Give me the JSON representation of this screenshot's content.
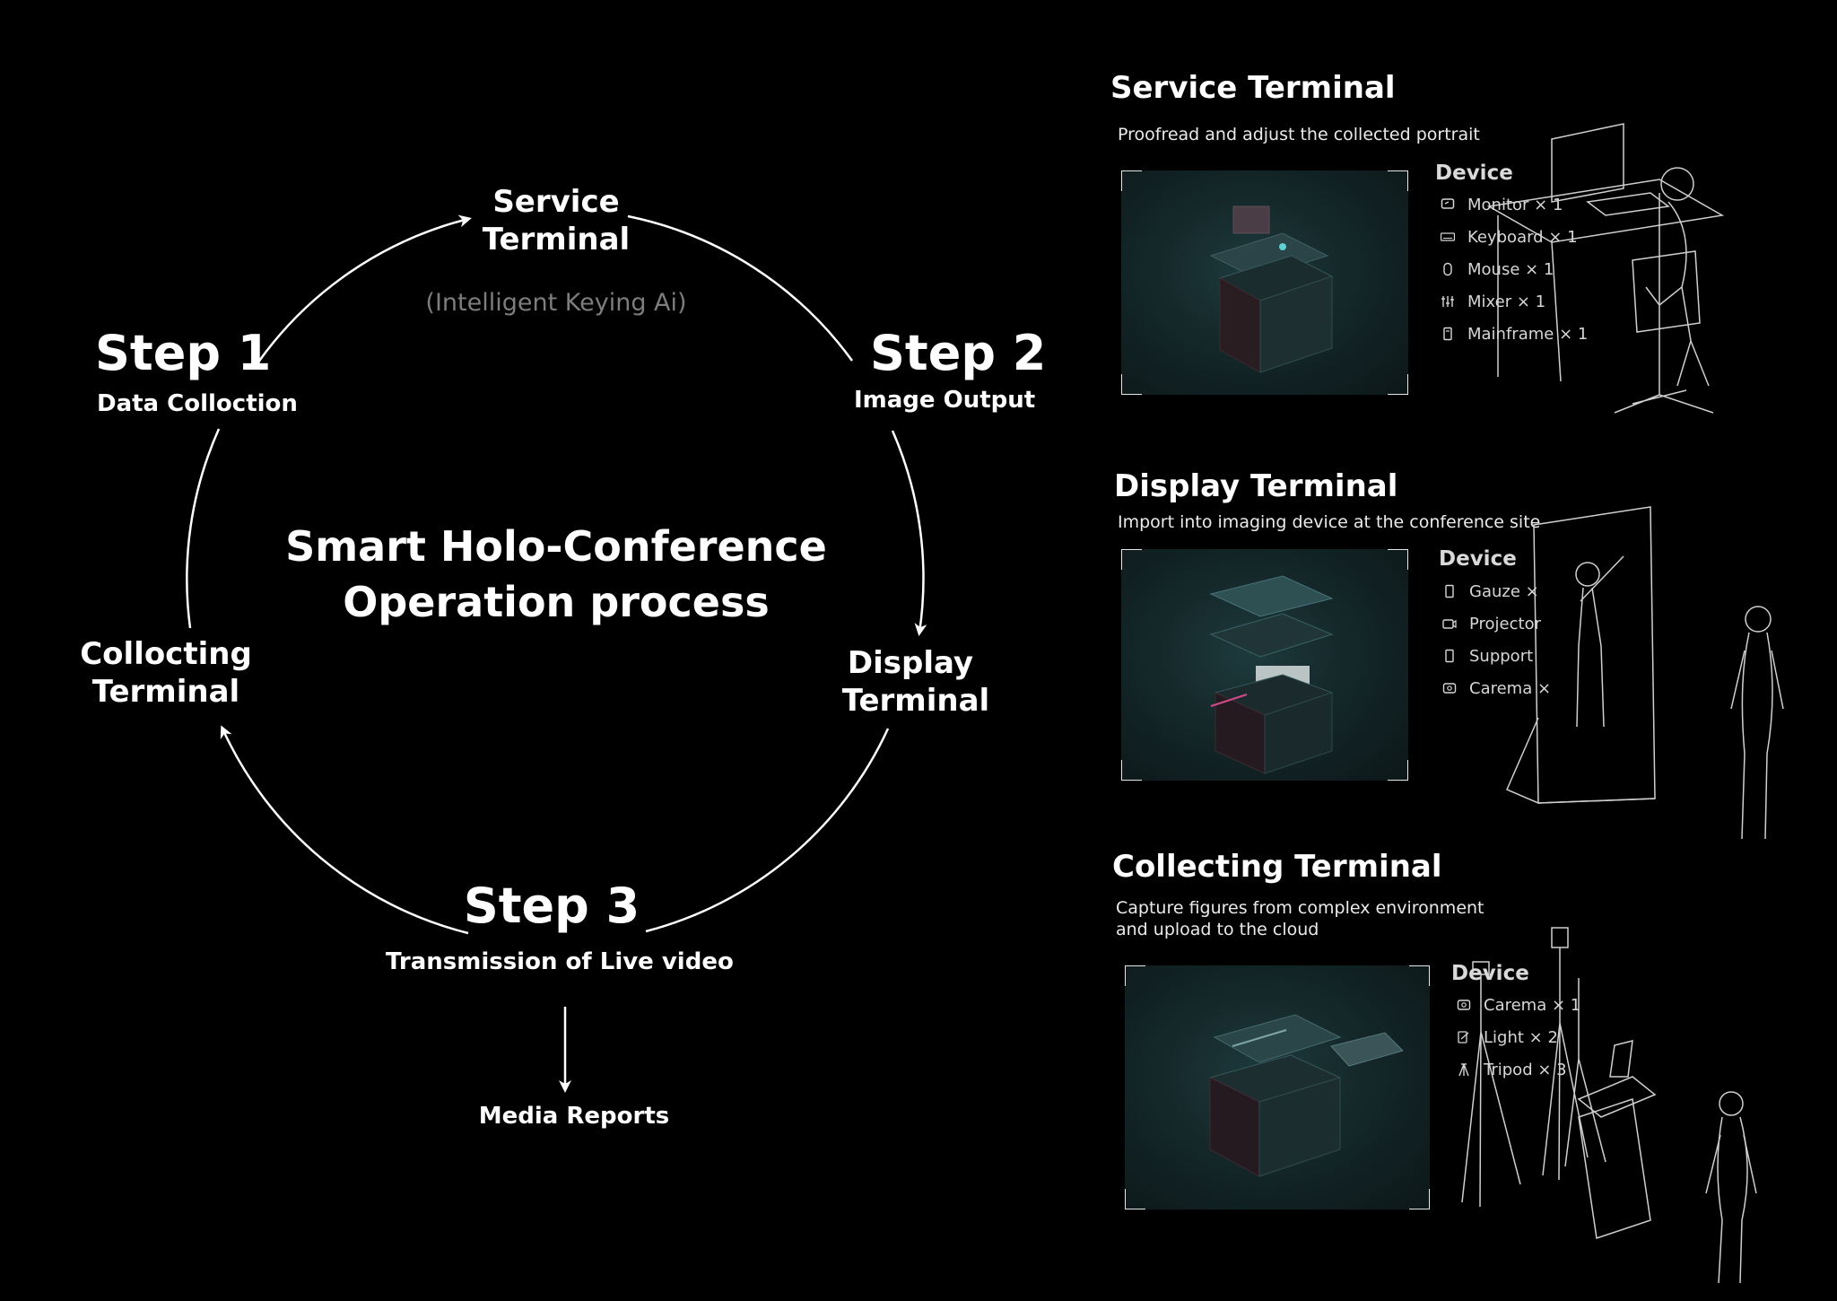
{
  "cycle": {
    "center_title_line1": "Smart Holo-Conference",
    "center_title_line2": "Operation process",
    "service_terminal": {
      "line1": "Service",
      "line2": "Terminal",
      "note": "(Intelligent Keying Ai)"
    },
    "step1": {
      "title": "Step 1",
      "subtitle": "Data Colloction"
    },
    "step2": {
      "title": "Step 2",
      "subtitle": "Image Output"
    },
    "step3": {
      "title": "Step 3",
      "subtitle": "Transmission of Live video"
    },
    "display_terminal": {
      "line1": "Display",
      "line2": "Terminal"
    },
    "collecting_terminal": {
      "line1": "Collocting",
      "line2": "Terminal"
    },
    "media_reports": "Media Reports"
  },
  "panels": [
    {
      "title": "Service Terminal",
      "description": [
        "Proofread and adjust the collected portrait"
      ],
      "device_heading": "Device",
      "devices": [
        {
          "label": "Monitor × 1",
          "icon": "monitor-icon"
        },
        {
          "label": "Keyboard × 1",
          "icon": "keyboard-icon"
        },
        {
          "label": "Mouse × 1",
          "icon": "mouse-icon"
        },
        {
          "label": "Mixer × 1",
          "icon": "mixer-icon"
        },
        {
          "label": "Mainframe × 1",
          "icon": "mainframe-icon"
        }
      ]
    },
    {
      "title": "Display Terminal",
      "description": [
        "Import into imaging device at the conference site"
      ],
      "device_heading": "Device",
      "devices": [
        {
          "label": "Gauze ×",
          "icon": "gauze-icon"
        },
        {
          "label": "Projector",
          "icon": "projector-icon"
        },
        {
          "label": "Support",
          "icon": "support-icon"
        },
        {
          "label": "Carema ×",
          "icon": "camera-icon"
        }
      ]
    },
    {
      "title": "Collecting Terminal",
      "description": [
        "Capture figures from complex environment",
        "and upload to the cloud"
      ],
      "device_heading": "Device",
      "devices": [
        {
          "label": "Carema × 1",
          "icon": "camera-icon"
        },
        {
          "label": "Light × 2",
          "icon": "light-icon"
        },
        {
          "label": "Tripod × 3",
          "icon": "tripod-icon"
        }
      ]
    }
  ],
  "colors": {
    "background": "#000000",
    "text": "#ffffff",
    "muted_text": "#7d7d7d",
    "render_bg": "#142729"
  }
}
